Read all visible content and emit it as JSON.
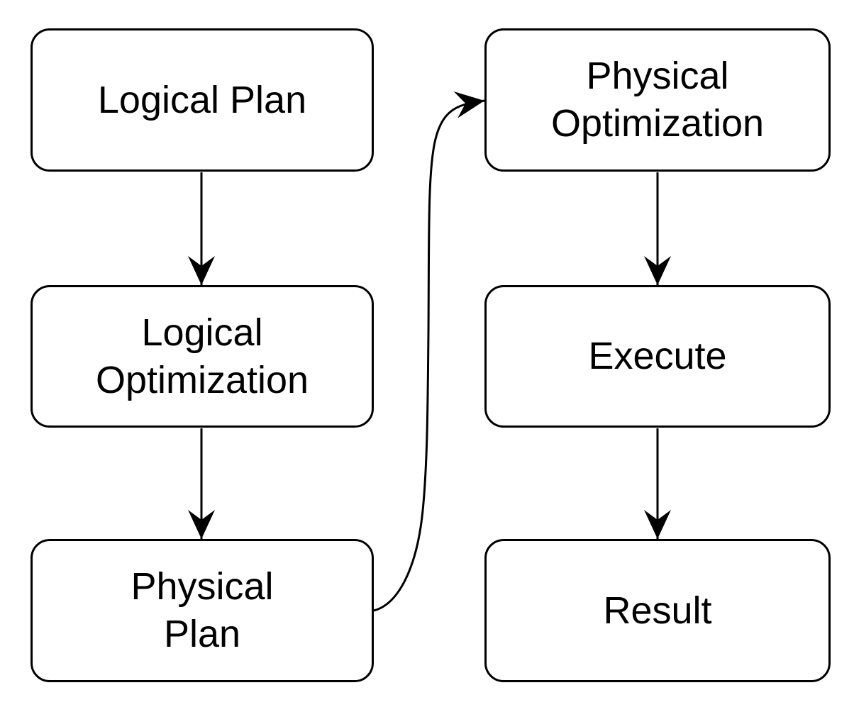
{
  "diagram": {
    "background_color": "#ffffff",
    "stroke_color": "#000000",
    "text_color": "#000000",
    "nodes": [
      {
        "id": "logical-plan",
        "label": "Logical Plan"
      },
      {
        "id": "logical-optimization",
        "label": "Logical\nOptimization"
      },
      {
        "id": "physical-plan",
        "label": "Physical\nPlan"
      },
      {
        "id": "physical-optimization",
        "label": "Physical\nOptimization"
      },
      {
        "id": "execute",
        "label": "Execute"
      },
      {
        "id": "result",
        "label": "Result"
      }
    ],
    "edges": [
      {
        "from": "logical-plan",
        "to": "logical-optimization",
        "style": "straight-down"
      },
      {
        "from": "logical-optimization",
        "to": "physical-plan",
        "style": "straight-down"
      },
      {
        "from": "physical-plan",
        "to": "physical-optimization",
        "style": "curved-s"
      },
      {
        "from": "physical-optimization",
        "to": "execute",
        "style": "straight-down"
      },
      {
        "from": "execute",
        "to": "result",
        "style": "straight-down"
      }
    ]
  }
}
